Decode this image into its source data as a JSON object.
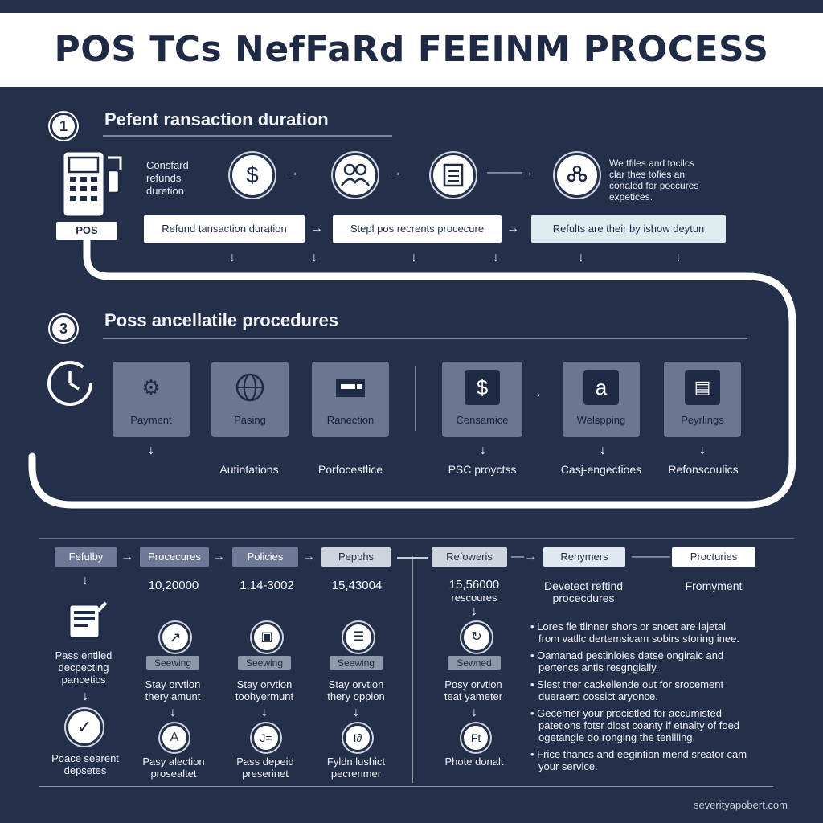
{
  "title": "POS TCs NefFaRd FEEINM PROCESS",
  "section1": {
    "number": "1",
    "title": "Pefent ransaction duration",
    "pos_label": "POS",
    "side_text": [
      "Consfard",
      "refunds",
      "duretion"
    ],
    "right_text": [
      "We tfiles and tocilcs",
      "clar thes tofies an",
      "conaled for poccures",
      "expetices."
    ],
    "boxes": [
      "Refund tansaction duration",
      "Stepl pos recrents procecure",
      "Refults are their by ishow deytun"
    ]
  },
  "section3": {
    "number": "3",
    "title": "Poss ancellatile procedures",
    "tiles": [
      {
        "label": "Payment",
        "icon": "gear-icon"
      },
      {
        "label": "Pasing",
        "icon": "globe-icon"
      },
      {
        "label": "Ranection",
        "icon": "printer-icon"
      },
      {
        "label": "Censamice",
        "icon": "dollar-icon"
      },
      {
        "label": "Welspping",
        "icon": "amazon-icon"
      },
      {
        "label": "Peyrlings",
        "icon": "document-icon"
      }
    ],
    "under_labels": [
      "Autintations",
      "Porfocestlice",
      "PSC proyctss",
      "Casj-engectioes",
      "Refonscoulics"
    ]
  },
  "bottom": {
    "chips": [
      "Fefulby",
      "Procecures",
      "Policies",
      "Pepphs",
      "Refoweris",
      "Renymers",
      "Procturies"
    ],
    "numbers": [
      "10,20000",
      "1,14-3002",
      "15,43004"
    ],
    "mid_number": [
      "15,56000",
      "rescoures"
    ],
    "right_heads": [
      [
        "Devetect reftind",
        "procecdures"
      ],
      [
        "Fromyment"
      ]
    ],
    "seewing": [
      "Seewing",
      "Seewing",
      "Seewing",
      "Sewned"
    ],
    "col_text": [
      [
        "Stay orvtion",
        "thery amunt"
      ],
      [
        "Stay orvtion",
        "toohyermunt"
      ],
      [
        "Stay orvtion",
        "thery oppion"
      ],
      [
        "Posy orvtion",
        "teat yameter"
      ]
    ],
    "col_letters": [
      "A",
      "J=",
      "I∂",
      "Ft"
    ],
    "col_bottom": [
      [
        "Pasy alection",
        "prosealtet"
      ],
      [
        "Pass depeid",
        "preserinet"
      ],
      [
        "Fyldn lushict",
        "pecrenmer"
      ],
      [
        "Phote donalt"
      ]
    ],
    "left_text1": [
      "Pass entlled",
      "decpecting",
      "pancetics"
    ],
    "left_text2": [
      "Poace searent",
      "depsetes"
    ],
    "bullets": [
      [
        "Lores fle tlinner shors or snoet are lajetal",
        "from vatllc dertemsicam sobirs storing inee."
      ],
      [
        "Oamanad pestinloies datse ongiraic and",
        "pertencs antis resgngially."
      ],
      [
        "Slest ther cackellende out for srocement",
        "dueraerd cossict aryonce."
      ],
      [
        "Gecemer your procistled for accumisted",
        "patetions fotsr dlost coanty if etnalty of foed",
        "ogetangle do ronging the tenliling."
      ],
      [
        "Frice thancs and eegintion mend sreator cam",
        "your service."
      ]
    ],
    "footer": "severityapobert.com"
  }
}
